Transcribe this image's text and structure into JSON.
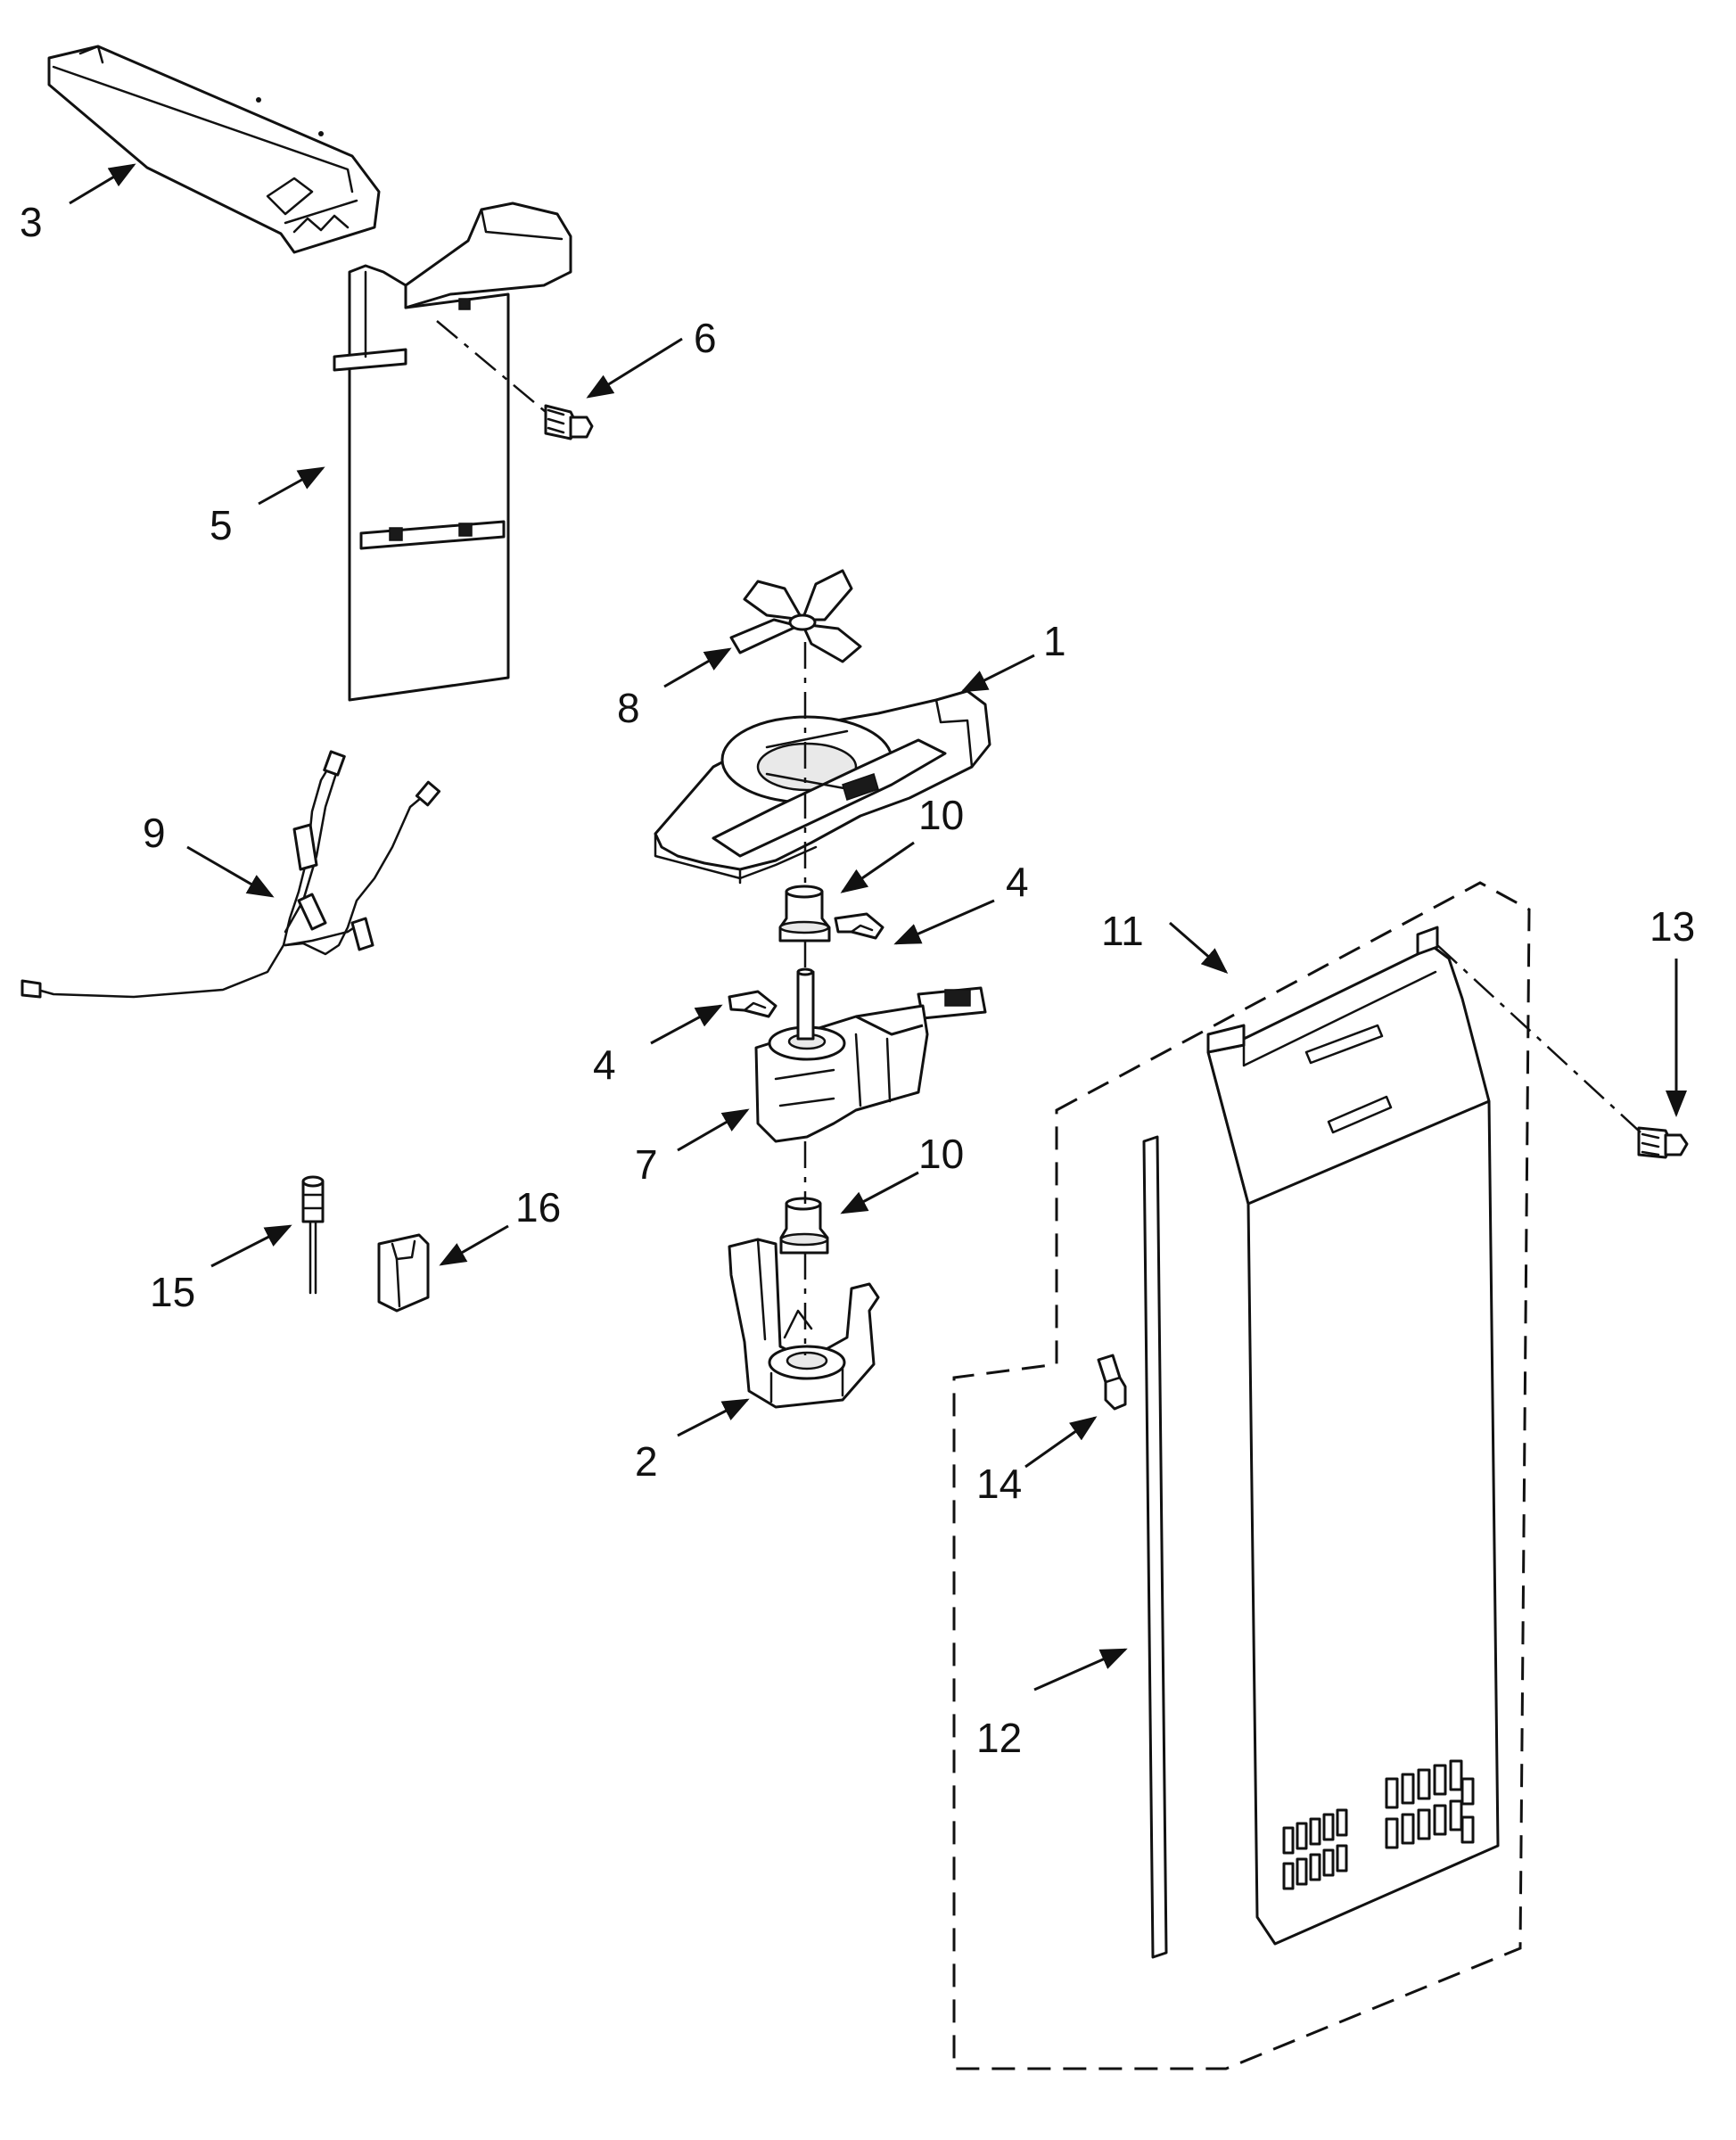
{
  "callouts": {
    "c1": "1",
    "c2": "2",
    "c3": "3",
    "c4a": "4",
    "c4b": "4",
    "c5": "5",
    "c6": "6",
    "c7": "7",
    "c8": "8",
    "c9": "9",
    "c10a": "10",
    "c10b": "10",
    "c11": "11",
    "c12": "12",
    "c13": "13",
    "c14": "14",
    "c15": "15",
    "c16": "16"
  }
}
